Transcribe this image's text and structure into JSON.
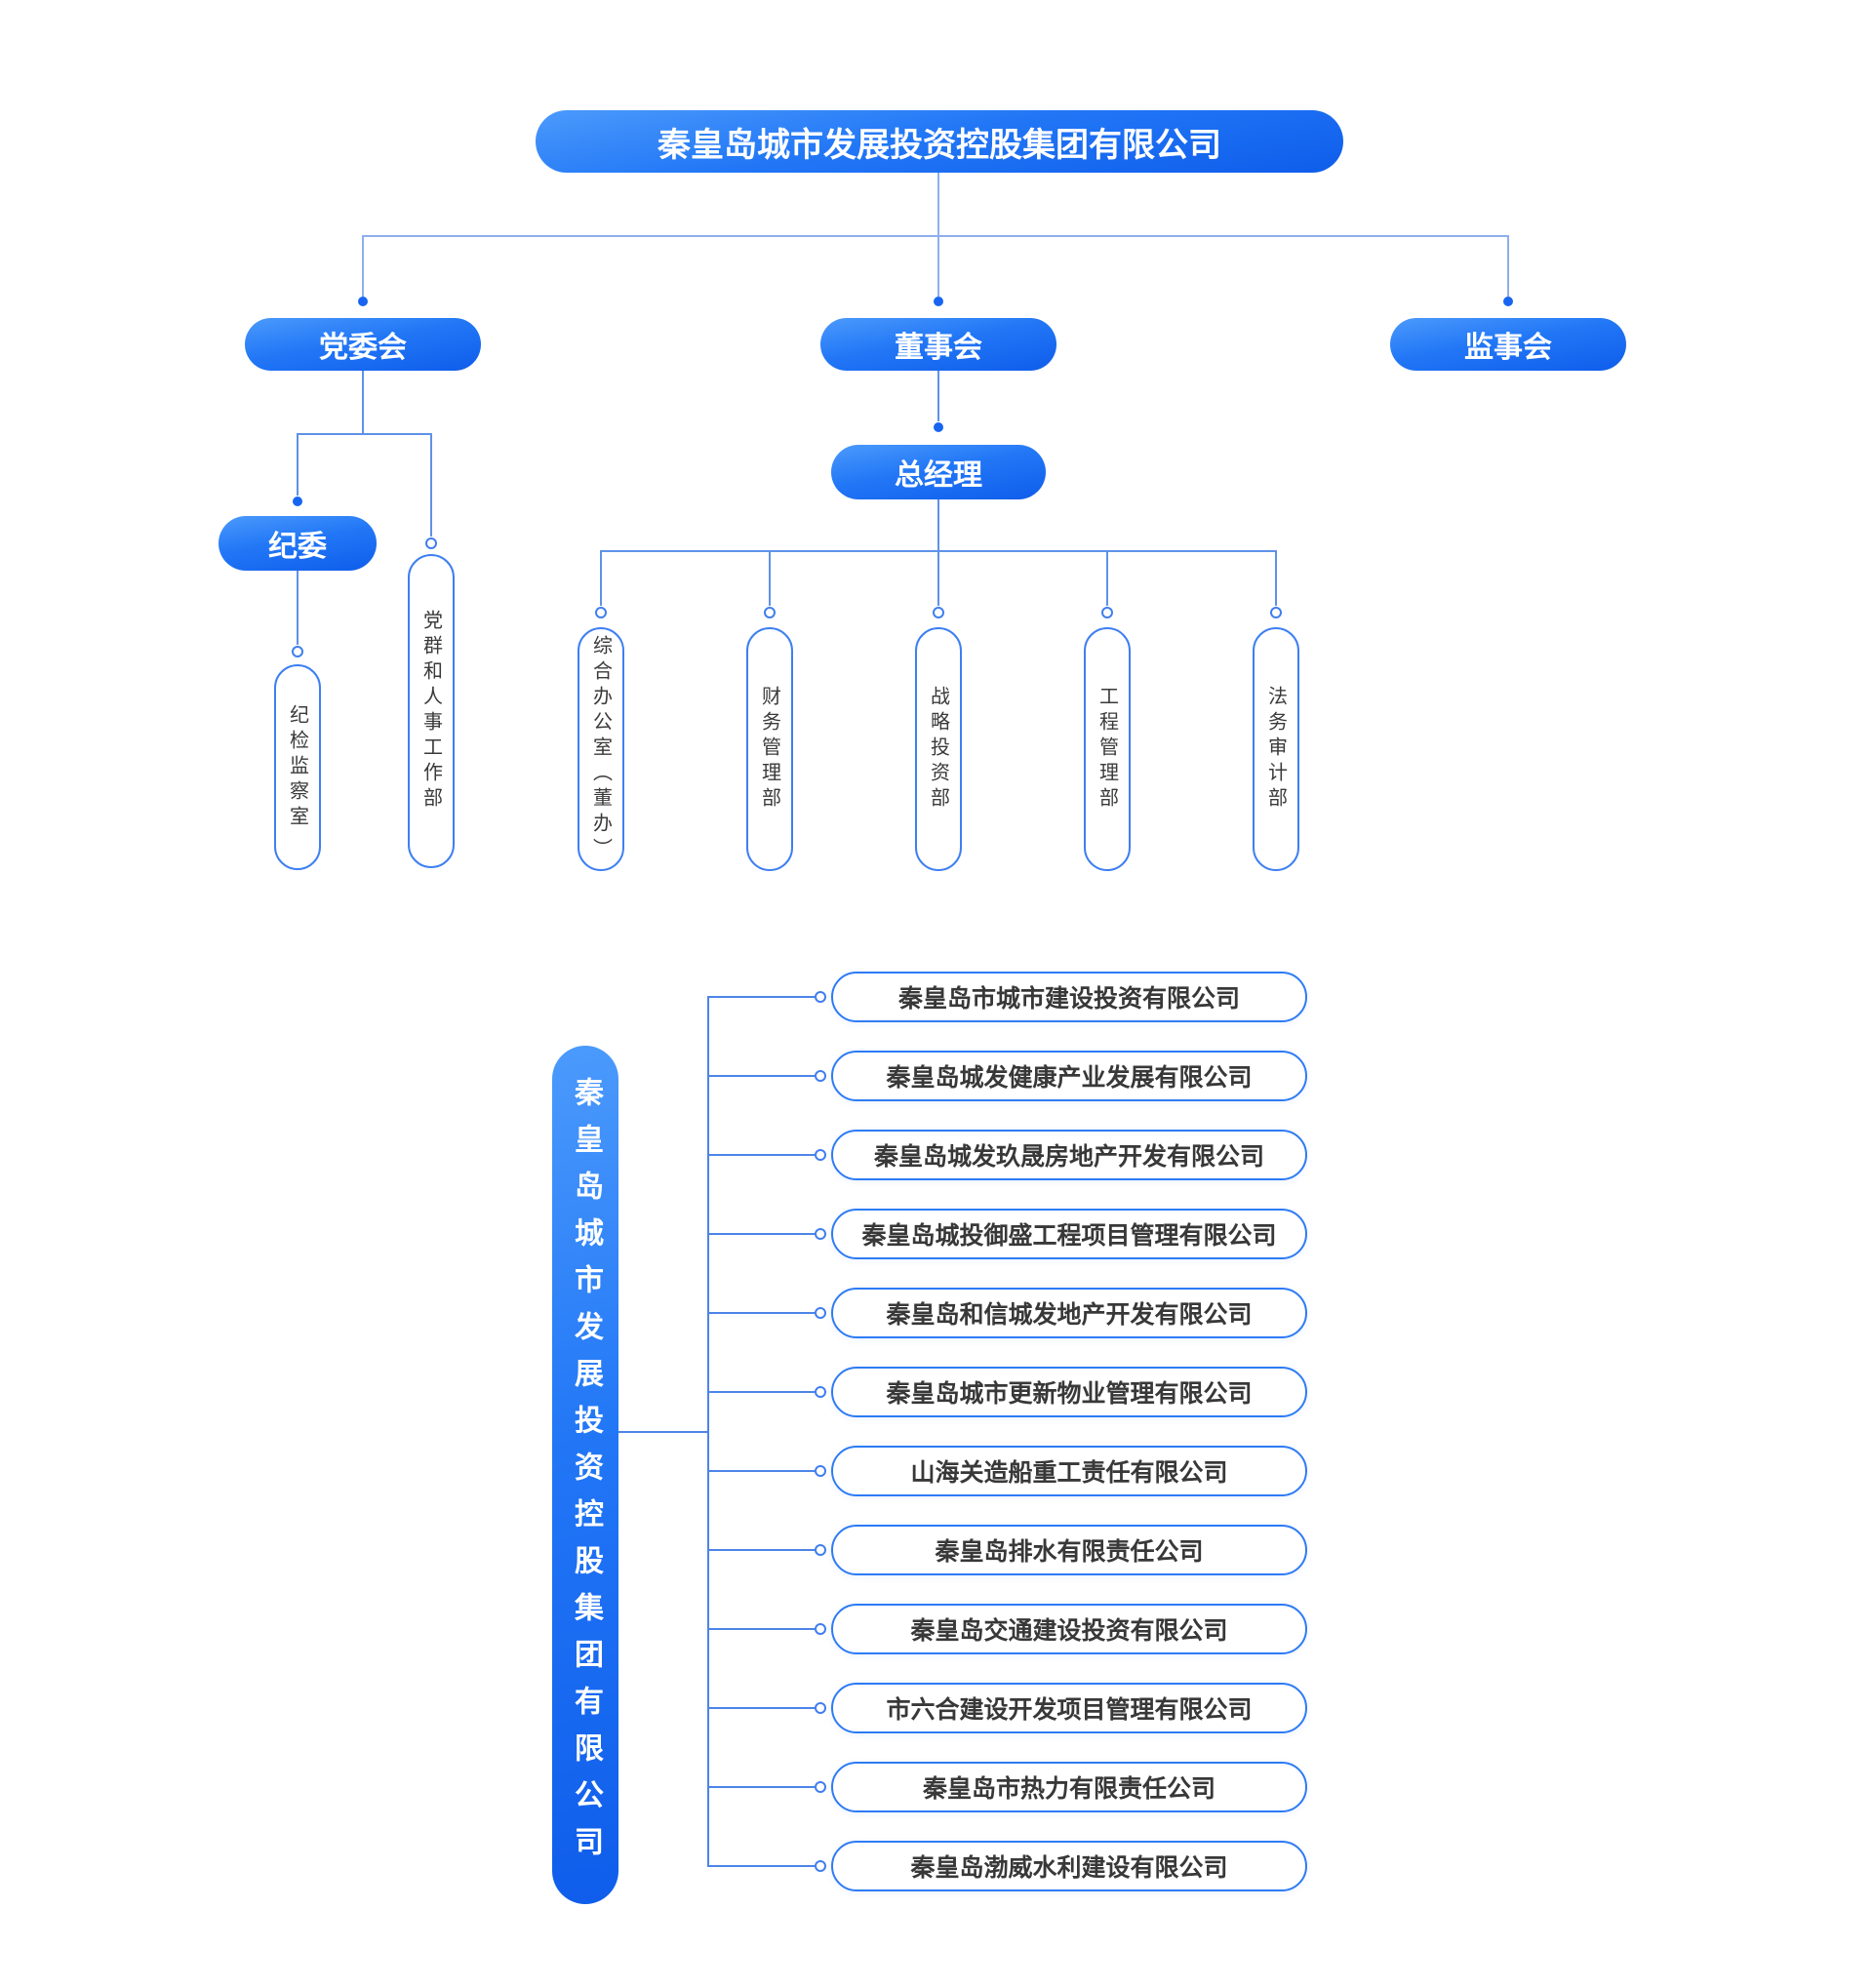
{
  "root": {
    "label": "秦皇岛城市发展投资控股集团有限公司"
  },
  "boards": [
    {
      "label": "党委会"
    },
    {
      "label": "董事会"
    },
    {
      "label": "监事会"
    }
  ],
  "party_branch": {
    "discipline_committee": "纪委",
    "discipline_inspection_office": "纪检监察室",
    "party_masses_hr_dept": "党群和人事工作部"
  },
  "general_manager": {
    "label": "总经理"
  },
  "departments": [
    "综合办公室（董办）",
    "财务管理部",
    "战略投资部",
    "工程管理部",
    "法务审计部"
  ],
  "group": {
    "label": "秦皇岛城市发展投资控股集团有限公司"
  },
  "subsidiaries": [
    "秦皇岛市城市建设投资有限公司",
    "秦皇岛城发健康产业发展有限公司",
    "秦皇岛城发玖晟房地产开发有限公司",
    "秦皇岛城投御盛工程项目管理有限公司",
    "秦皇岛和信城发地产开发有限公司",
    "秦皇岛城市更新物业管理有限公司",
    "山海关造船重工责任有限公司",
    "秦皇岛排水有限责任公司",
    "秦皇岛交通建设投资有限公司",
    "市六合建设开发项目管理有限公司",
    "秦皇岛市热力有限责任公司",
    "秦皇岛渤威水利建设有限公司"
  ],
  "colors": {
    "accent_blue": "#1463EF",
    "accent_blue_light": "#4B9AFC",
    "node_border": "#2E7BF5",
    "connector_light": "#8FAEEC",
    "connector_mid": "#5F92E8",
    "connector_dark": "#4C85E8",
    "text_dark": "#3A3A3A"
  }
}
